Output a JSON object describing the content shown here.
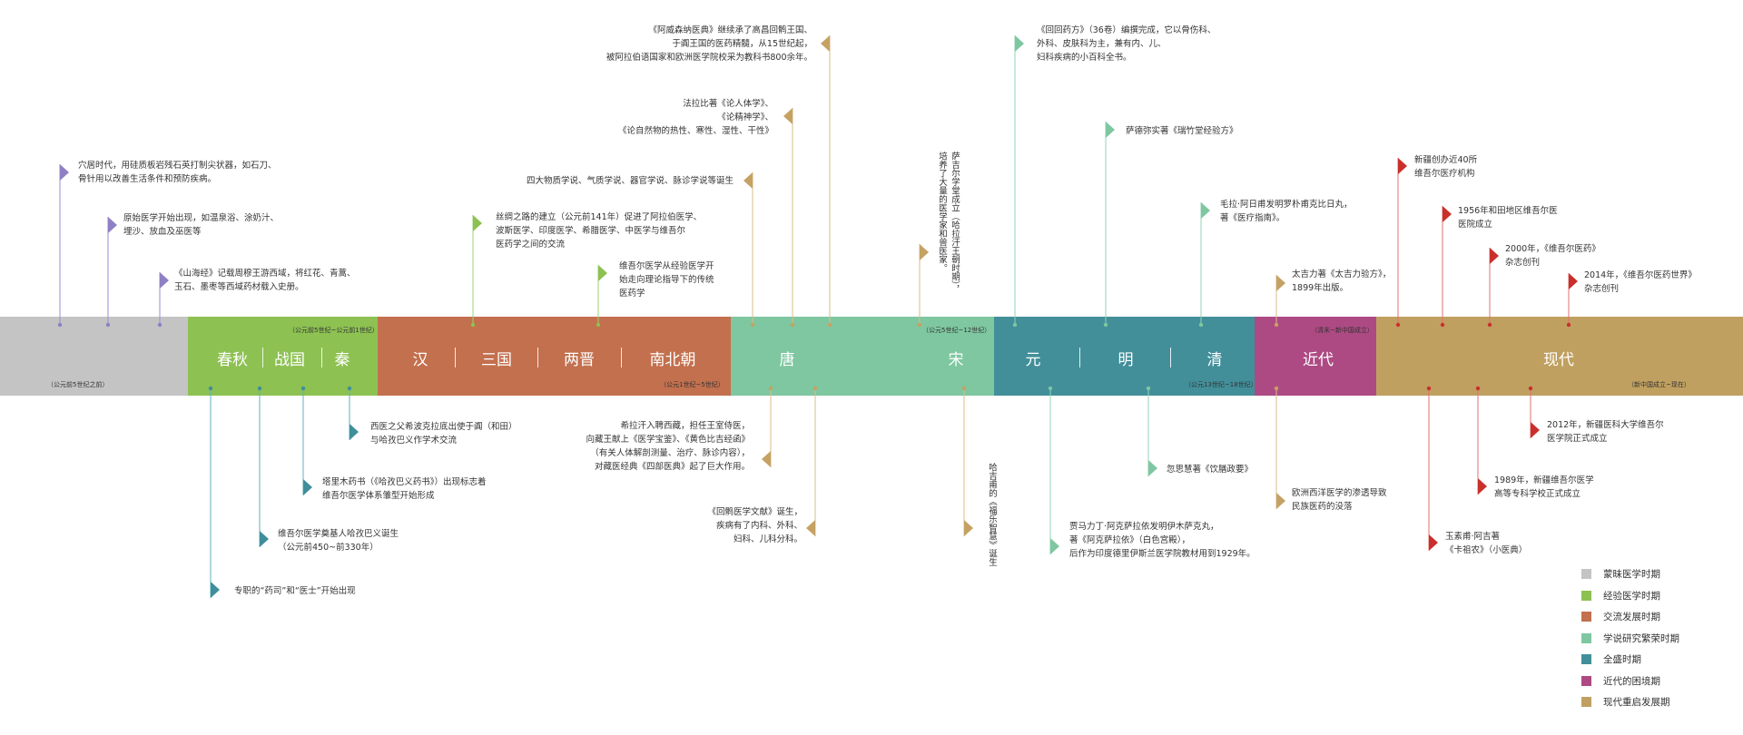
{
  "periods": [
    {
      "key": "mengmei",
      "name": "蒙昧医学时期",
      "color": "#c4c4c4"
    },
    {
      "key": "jingyan",
      "name": "经验医学时期",
      "color": "#8dc152"
    },
    {
      "key": "jiaoliu",
      "name": "交流发展时期",
      "color": "#c3704e"
    },
    {
      "key": "xueshuo",
      "name": "学说研究繁荣时期",
      "color": "#7ec7a0"
    },
    {
      "key": "quansheng",
      "name": "全盛时期",
      "color": "#428f9a"
    },
    {
      "key": "kunjing",
      "name": "近代的困境期",
      "color": "#ad4a83"
    },
    {
      "key": "xiandai",
      "name": "现代重启发展期",
      "color": "#c0a060"
    }
  ],
  "ranges": [
    "（公元前5世纪之前）",
    "（公元前5世纪~公元前1世纪）",
    "（公元1世纪~5世纪）",
    "（公元5世纪~12世纪）",
    "（公元13世纪~18世纪）",
    "（清末~新中国成立）",
    "（新中国成立~现在）"
  ],
  "dynasties": [
    "春秋",
    "战国",
    "秦",
    "汉",
    "三国",
    "两晋",
    "南北朝",
    "唐",
    "宋",
    "元",
    "明",
    "清",
    "近代",
    "现代"
  ],
  "events_top": [
    {
      "lines": [
        "穴居时代，用硅质板岩残石英打制尖状器，如石刀、",
        "骨针用以改善生活条件和预防疾病。"
      ]
    },
    {
      "lines": [
        "原始医学开始出现，如温泉浴、涂奶汁、",
        "埋沙、放血及巫医等"
      ]
    },
    {
      "lines": [
        "《山海经》记载周穆王游西域，将红花、青蒿、",
        "玉石、墨枣等西域药材载入史册。"
      ]
    },
    {
      "lines": [
        "丝绸之路的建立（公元前141年）促进了阿拉伯医学、",
        "波斯医学、印度医学、希腊医学、中医学与维吾尔",
        "医药学之间的交流"
      ]
    },
    {
      "lines": [
        "维吾尔医学从经验医学开",
        "始走向理论指导下的传统",
        "医药学"
      ]
    },
    {
      "lines": [
        "四大物质学说、气质学说、器官学说、脉诊学说等诞生"
      ]
    },
    {
      "lines": [
        "法拉比著《论人体学》、",
        "《论精神学》、",
        "《论自然物的热性、寒性、湿性、干性》"
      ]
    },
    {
      "lines": [
        "《阿威森纳医典》继续承了高昌回鹘王国、",
        "于阗王国的医药精髓，从15世纪起，",
        "被阿拉伯语国家和欧洲医学院校采为教科书800余年。"
      ]
    },
    {
      "lines": [
        "萨吉尔学堂成立（哈拉汗王朝时期），",
        "培养了大量的医学家和兽医家。"
      ]
    },
    {
      "lines": [
        "《回回药方》（36卷）编撰完成，它以骨伤科、",
        "外科、皮肤科为主，兼有内、儿、",
        "妇科疾病的小百科全书。"
      ]
    },
    {
      "lines": [
        "萨德弥实著《瑞竹堂经验方》"
      ]
    },
    {
      "lines": [
        "毛拉·阿日甫发明罗朴甫克比日丸，",
        "著《医疗指南》。"
      ]
    },
    {
      "lines": [
        "太吉力著《太吉力验方》，",
        "1899年出版。"
      ]
    },
    {
      "lines": [
        "新疆创办近40所",
        "维吾尔医疗机构"
      ]
    },
    {
      "lines": [
        "1956年和田地区维吾尔医",
        "医院成立"
      ]
    },
    {
      "lines": [
        "2000年，《维吾尔医药》",
        "杂志创刊"
      ]
    },
    {
      "lines": [
        "2014年，《维吾尔医药世界》",
        "杂志创刊"
      ]
    }
  ],
  "events_bottom": [
    {
      "lines": [
        "专职的“药司”和“医士”开始出现"
      ]
    },
    {
      "lines": [
        "维吾尔医学奠基人哈孜巴义诞生",
        "（公元前450~前330年）"
      ]
    },
    {
      "lines": [
        "塔里木药书（《哈孜巴义药书》）出现标志着",
        "维吾尔医学体系雏型开始形成"
      ]
    },
    {
      "lines": [
        "西医之父希波克拉底出使于阗（和田）",
        "与哈孜巴义作学术交流"
      ]
    },
    {
      "lines": [
        "希拉汗入聘西藏，担任王室侍医，",
        "向藏王献上《医学宝鉴》、《黄色比吉经函》",
        "（有关人体解剖测量、治疗、脉诊内容），",
        "对藏医经典《四部医典》起了巨大作用。"
      ]
    },
    {
      "lines": [
        "《回鹘医学文献》诞生，",
        "疾病有了内科、外科、",
        "妇科、儿科分科。"
      ]
    },
    {
      "lines": [
        "哈吉甫的《福乐智慧》诞生"
      ]
    },
    {
      "lines": [
        "贾马力丁·阿克萨拉依发明伊木萨克丸，",
        "著《阿克萨拉依》（白色宫殿），",
        "后作为印度德里伊斯兰医学院教材用到1929年。"
      ]
    },
    {
      "lines": [
        "忽思慧著《饮膳政要》"
      ]
    },
    {
      "lines": [
        "欧洲西洋医学的渗透导致",
        "民族医药的没落"
      ]
    },
    {
      "lines": [
        "玉素甫·阿吉著",
        "《卡祖农》（小医典）"
      ]
    },
    {
      "lines": [
        "1989年，新疆维吾尔医学",
        "高等专科学校正式成立"
      ]
    },
    {
      "lines": [
        "2012年，新疆医科大学维吾尔",
        "医学院正式成立"
      ]
    }
  ]
}
